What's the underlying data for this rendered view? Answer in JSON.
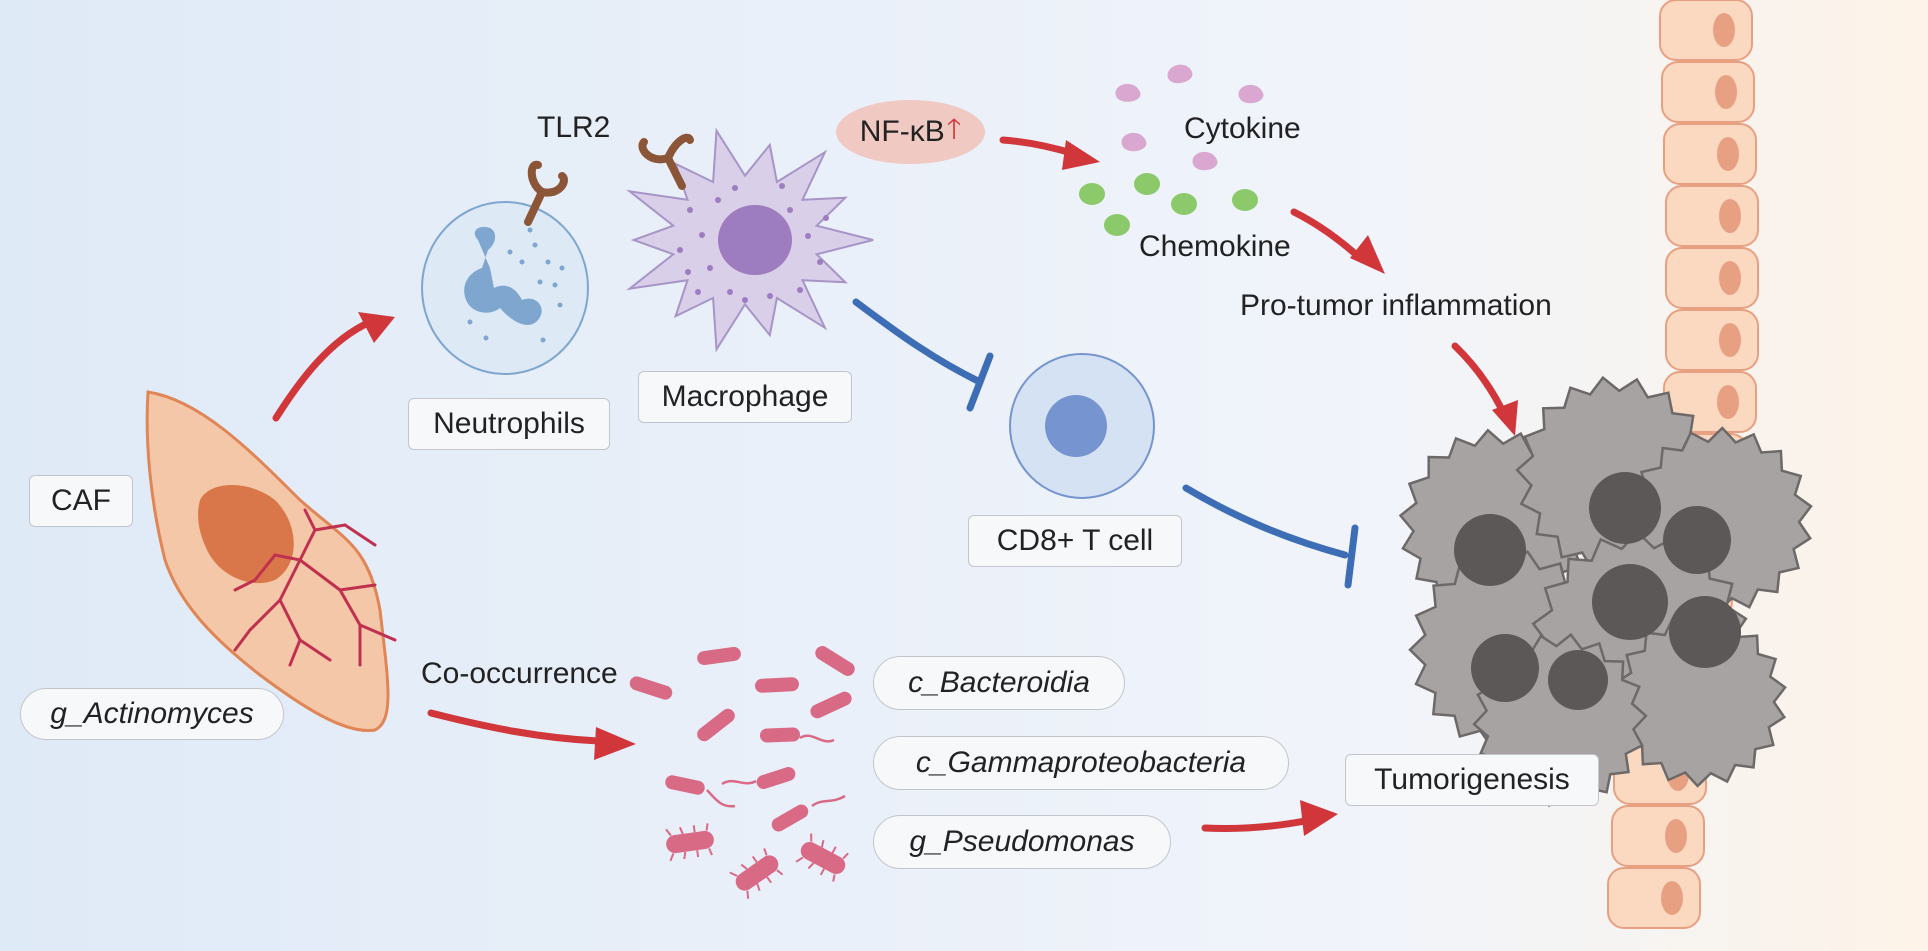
{
  "labels": {
    "tlr2": "TLR2",
    "nfkb": "NF-κB",
    "cytokine": "Cytokine",
    "chemokine": "Chemokine",
    "pro_tumor": "Pro-tumor inflammation",
    "neutrophils": "Neutrophils",
    "macrophage": "Macrophage",
    "caf": "CAF",
    "actinomyces": "g_Actinomyces",
    "cd8": "CD8+ T cell",
    "cooccurrence": "Co-occurrence",
    "bacteroidia": "c_Bacteroidia",
    "gammaproteobacteria": "c_Gammaproteobacteria",
    "pseudomonas": "g_Pseudomonas",
    "tumorigenesis": "Tumorigenesis"
  },
  "colors": {
    "activation_arrow": "#d0363a",
    "inhibition": "#3d6db5",
    "caf_fill": "#f4c7a8",
    "caf_nucleus": "#d9774a",
    "neutrophil_fill": "#dde9f5",
    "macrophage_fill": "#d9cfe8",
    "macrophage_nucleus": "#9d7cbf",
    "tcell_fill": "#d4e2f3",
    "tcell_nucleus": "#7694cf",
    "cytokine_dot": "#d9a7d0",
    "chemokine_dot": "#8cc96b",
    "bacteria": "#d96a86",
    "tumor_fill": "#a7a3a3",
    "tumor_nucleus": "#5c5858",
    "epithelium_fill": "#fad9c0",
    "epithelium_nucleus": "#e8a082"
  }
}
